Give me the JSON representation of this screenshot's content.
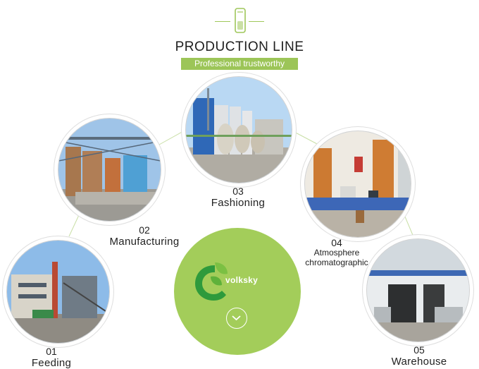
{
  "header": {
    "title": "PRODUCTION LINE",
    "tagline": "Professional trustworthy"
  },
  "colors": {
    "accent_green": "#a3cd5a",
    "tagline_bg": "#9cc558",
    "connector_line": "#c9dfa6"
  },
  "brand": {
    "name": "volksky"
  },
  "steps": [
    {
      "number": "01",
      "label": "Feeding"
    },
    {
      "number": "02",
      "label": "Manufacturing"
    },
    {
      "number": "03",
      "label": "Fashioning"
    },
    {
      "number": "04",
      "label_line1": "Atmosphere",
      "label_line2": "chromatographic"
    },
    {
      "number": "05",
      "label": "Warehouse"
    }
  ],
  "icons": {
    "header": "bottle-icon",
    "center_button": "chevron-down-icon",
    "logo": "leaf-logo-icon"
  }
}
